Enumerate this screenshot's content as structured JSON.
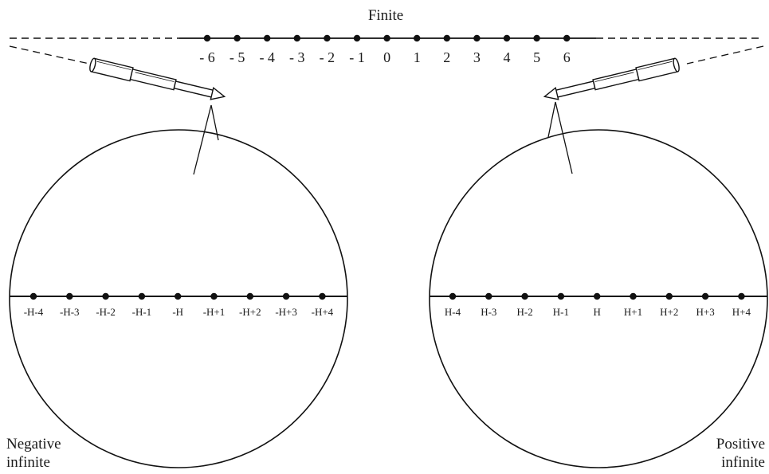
{
  "title": "Finite",
  "finite_line": {
    "labels": [
      "- 6",
      "- 5",
      "- 4",
      "- 3",
      "- 2",
      "- 1",
      "0",
      "1",
      "2",
      "3",
      "4",
      "5",
      "6"
    ]
  },
  "negative_view": {
    "caption_line1": "Negative",
    "caption_line2": "infinite",
    "labels": [
      "-H-4",
      "-H-3",
      "-H-2",
      "-H-1",
      "-H",
      "-H+1",
      "-H+2",
      "-H+3",
      "-H+4"
    ]
  },
  "positive_view": {
    "caption_line1": "Positive",
    "caption_line2": "infinite",
    "labels": [
      "H-4",
      "H-3",
      "H-2",
      "H-1",
      "H",
      "H+1",
      "H+2",
      "H+3",
      "H+4"
    ]
  }
}
